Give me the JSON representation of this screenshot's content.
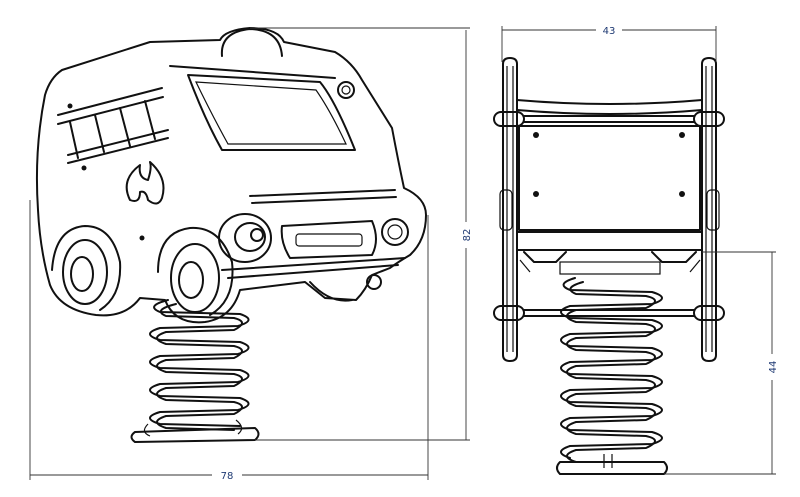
{
  "dimensions": {
    "front_width": "78",
    "front_height": "82",
    "side_width": "43",
    "side_spring_height": "44"
  },
  "colors": {
    "line": "#111111",
    "dimension_text": "#1f3a73"
  }
}
